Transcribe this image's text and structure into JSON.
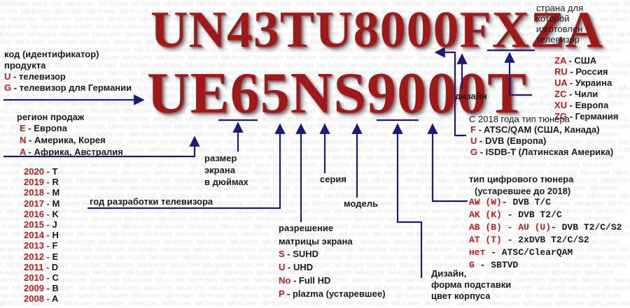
{
  "models": {
    "top": "UN43TU8000FXZA",
    "main": "UE65NS9000T"
  },
  "watermark_text": "tab-tv.com",
  "colors": {
    "model_red": "#a11818",
    "code_red": "#c21a1a",
    "arrow_navy": "#1a1a80",
    "text": "#1a1a1a"
  },
  "product_code": {
    "title_line1": "код (идентификатор)",
    "title_line2": "продукта",
    "items": [
      {
        "code": "U",
        "desc": " - телевизор"
      },
      {
        "code": "G",
        "desc": " - телевизор для Германии"
      }
    ]
  },
  "region": {
    "title": "регион продаж",
    "items": [
      {
        "code": "E",
        "desc": " - Европа"
      },
      {
        "code": "N",
        "desc": " - Америка, Корея"
      },
      {
        "code": "A",
        "desc": " - Африка, Австралия"
      }
    ]
  },
  "screen_size": {
    "line1": "размер",
    "line2": "экрана",
    "line3": "в дюймах"
  },
  "series_label": "серия",
  "model_label": "модель",
  "design_label": "дизайн",
  "year_title": "год разработки телевизора",
  "years": [
    {
      "year": "2020",
      "code": "T"
    },
    {
      "year": "2019",
      "code": "R"
    },
    {
      "year": "2018",
      "code": "M"
    },
    {
      "year": "2017",
      "code": "M"
    },
    {
      "year": "2016",
      "code": "K"
    },
    {
      "year": "2015",
      "code": "J"
    },
    {
      "year": "2014",
      "code": "H"
    },
    {
      "year": "2013",
      "code": "F"
    },
    {
      "year": "2012",
      "code": "E"
    },
    {
      "year": "2011",
      "code": "D"
    },
    {
      "year": "2010",
      "code": "C"
    },
    {
      "year": "2009",
      "code": "B"
    },
    {
      "year": "2008",
      "code": "A"
    }
  ],
  "resolution": {
    "title_line1": "разрешение",
    "title_line2": "матрицы экрана",
    "items": [
      {
        "code": "S",
        "desc": " - SUHD"
      },
      {
        "code": "U",
        "desc": " - UHD"
      },
      {
        "code": "No",
        "desc": " - Full HD"
      },
      {
        "code": "P",
        "desc": " - plazma (устаревшее)"
      }
    ]
  },
  "country": {
    "title_line1": "страна для",
    "title_line2": "которой",
    "title_line3": "изготовлен",
    "title_line4": "телевизор",
    "items": [
      {
        "code": "ZA",
        "desc": " - США"
      },
      {
        "code": "RU",
        "desc": " - Россия"
      },
      {
        "code": "UA",
        "desc": " - Украина"
      },
      {
        "code": "ZC",
        "desc": " - Чили"
      },
      {
        "code": "XU",
        "desc": " - Европа"
      },
      {
        "code": "ZG",
        "desc": " - Германия"
      }
    ]
  },
  "tuner_2018": {
    "title": "С 2018 года тип тюнера",
    "items": [
      {
        "code": "F",
        "desc": " - ATSC/QAM (США, Канада)"
      },
      {
        "code": "U",
        "desc": " - DVB (Европа)"
      },
      {
        "code": "G",
        "desc": " - ISDB-T (Латинская Америка)"
      }
    ]
  },
  "tuner_old": {
    "title_line1": "тип цифрового тюнера",
    "title_line2": "(устаревшее до 2018)",
    "items": [
      {
        "code": "AW (W)",
        "desc": "- DVB T/C"
      },
      {
        "code": "AK (K)",
        "desc": " - DVB T2/C"
      },
      {
        "code": "AB (B) - AU (U)",
        "desc": "- DVB T2/C/S2"
      },
      {
        "code": "AT  (T)",
        "desc": " - 2xDVB T2/C/S2"
      },
      {
        "code": "нет",
        "desc": " - ATSC/ClearQAM"
      },
      {
        "code": "G",
        "desc": " - SBTVD"
      }
    ]
  },
  "design_stand": {
    "line1": "Дизайн,",
    "line2": "форма подставки",
    "line3": "цвет корпуса"
  }
}
